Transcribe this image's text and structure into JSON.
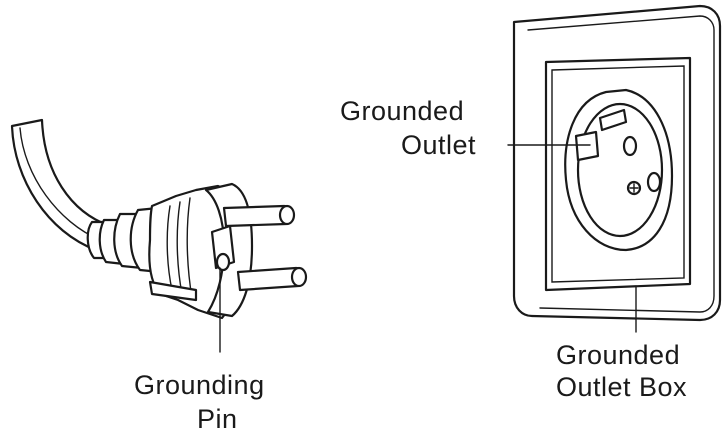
{
  "labels": {
    "grounded_outlet": [
      "Grounded",
      "Outlet"
    ],
    "grounding_pin": [
      "Grounding",
      "Pin"
    ],
    "grounded_outlet_box": [
      "Grounded",
      "Outlet Box"
    ]
  },
  "icons": {
    "plug": "schuko-plug-illustration",
    "outlet": "schuko-wall-outlet-illustration"
  },
  "colors": {
    "line": "#1a1a1a",
    "background": "#ffffff"
  }
}
